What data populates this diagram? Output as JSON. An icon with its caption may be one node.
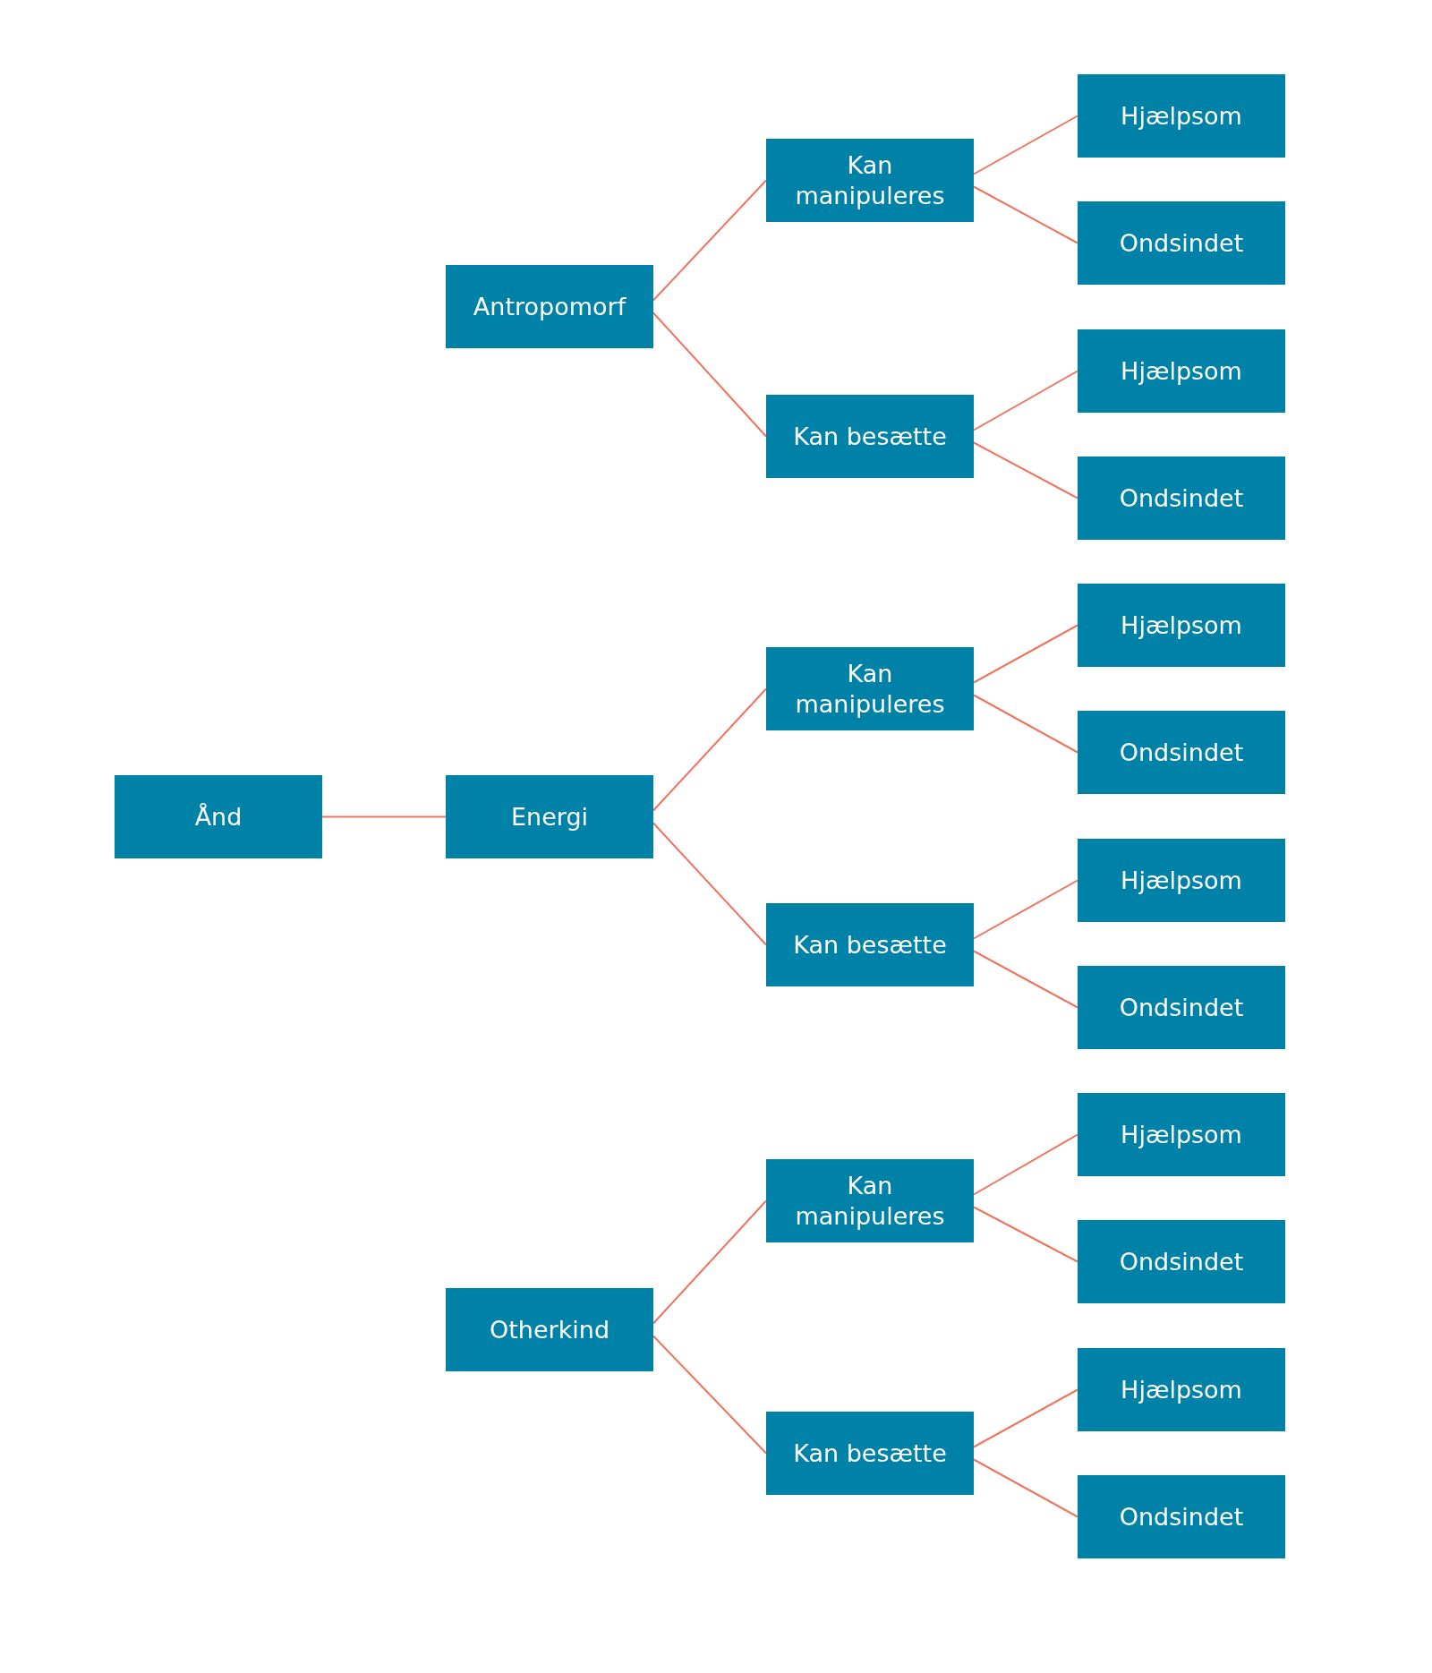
{
  "diagram": {
    "nodes": [
      {
        "text": [
          "Ånd"
        ]
      },
      {
        "text": [
          "Antropomorf"
        ]
      },
      {
        "text": [
          "Kan manipuleres"
        ]
      },
      {
        "text": [
          "Hjælpsom"
        ]
      },
      {
        "text": [
          "Ondsindet"
        ]
      },
      {
        "text": [
          "Kan besætte"
        ]
      },
      {
        "text": [
          "Hjælpsom"
        ]
      },
      {
        "text": [
          "Ondsindet"
        ]
      },
      {
        "text": [
          "Energi"
        ]
      },
      {
        "text": [
          "Kan manipuleres"
        ]
      },
      {
        "text": [
          "Hjælpsom"
        ]
      },
      {
        "text": [
          "Ondsindet"
        ]
      },
      {
        "text": [
          "Kan besætte"
        ]
      },
      {
        "text": [
          "Hjælpsom"
        ]
      },
      {
        "text": [
          "Ondsindet"
        ]
      },
      {
        "text": [
          "Otherkind"
        ]
      },
      {
        "text": [
          "Kan manipuleres"
        ]
      },
      {
        "text": [
          "Hjælpsom"
        ]
      },
      {
        "text": [
          "Ondsindet"
        ]
      },
      {
        "text": [
          "Kan besætte"
        ]
      },
      {
        "text": [
          "Hjælpsom"
        ]
      },
      {
        "text": [
          "Ondsindet"
        ]
      }
    ],
    "edges": [
      {
        "from": 0,
        "to": 8,
        "arrow": "none"
      },
      {
        "from": 1,
        "to": 2,
        "arrow": "none"
      },
      {
        "from": 1,
        "to": 5,
        "arrow": "none"
      },
      {
        "from": 2,
        "to": 3,
        "arrow": "none"
      },
      {
        "from": 2,
        "to": 4,
        "arrow": "none"
      },
      {
        "from": 5,
        "to": 6,
        "arrow": "none"
      },
      {
        "from": 5,
        "to": 7,
        "arrow": "none"
      },
      {
        "from": 8,
        "to": 9,
        "arrow": "none"
      },
      {
        "from": 8,
        "to": 12,
        "arrow": "none"
      },
      {
        "from": 9,
        "to": 10,
        "arrow": "none"
      },
      {
        "from": 9,
        "to": 11,
        "arrow": "none"
      },
      {
        "from": 12,
        "to": 13,
        "arrow": "none"
      },
      {
        "from": 12,
        "to": 14,
        "arrow": "none"
      },
      {
        "from": 15,
        "to": 16,
        "arrow": "none"
      },
      {
        "from": 15,
        "to": 19,
        "arrow": "none"
      },
      {
        "from": 16,
        "to": 17,
        "arrow": "none"
      },
      {
        "from": 16,
        "to": 18,
        "arrow": "none"
      },
      {
        "from": 19,
        "to": 20,
        "arrow": "none"
      },
      {
        "from": 19,
        "to": 21,
        "arrow": "none"
      }
    ]
  }
}
